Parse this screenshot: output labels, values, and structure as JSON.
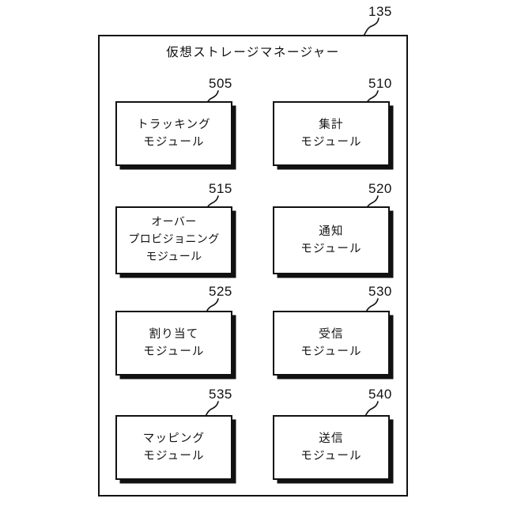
{
  "figure": {
    "top_reference": "135",
    "container_title": "仮想ストレージマネージャー",
    "background_color": "#ffffff",
    "line_color": "#111111"
  },
  "modules": [
    {
      "reference": "505",
      "label": "トラッキング\nモジュール",
      "name": "tracking-module"
    },
    {
      "reference": "510",
      "label": "集計\nモジュール",
      "name": "aggregation-module"
    },
    {
      "reference": "515",
      "label": "オーバー\nプロビジョニング\nモジュール",
      "name": "over-provisioning-module"
    },
    {
      "reference": "520",
      "label": "通知\nモジュール",
      "name": "notification-module"
    },
    {
      "reference": "525",
      "label": "割り当て\nモジュール",
      "name": "allocation-module"
    },
    {
      "reference": "530",
      "label": "受信\nモジュール",
      "name": "receiving-module"
    },
    {
      "reference": "535",
      "label": "マッピング\nモジュール",
      "name": "mapping-module"
    },
    {
      "reference": "540",
      "label": "送信\nモジュール",
      "name": "transmission-module"
    }
  ]
}
